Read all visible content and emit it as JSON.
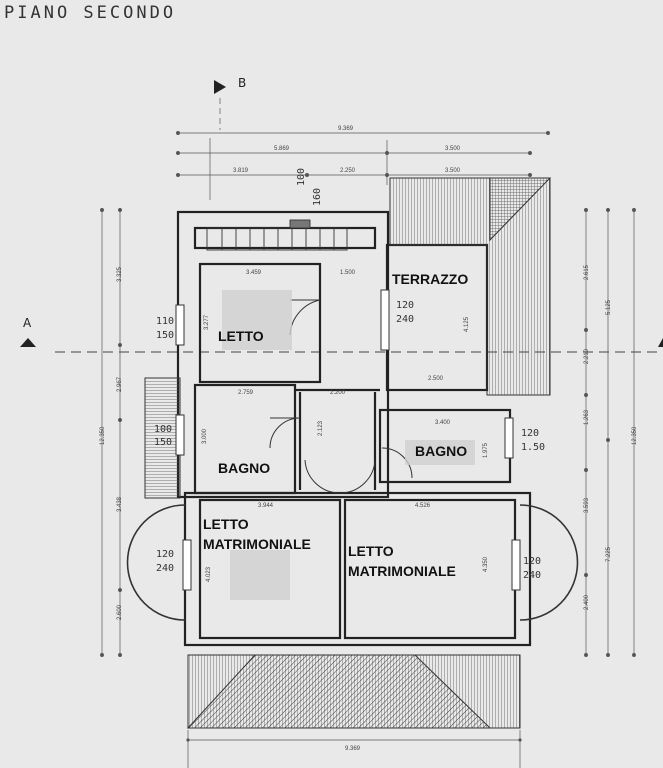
{
  "title": "PIANO SECONDO",
  "section": {
    "a": "A",
    "b": "B"
  },
  "rooms": {
    "letto": "LETTO",
    "terrazzo": "TERRAZZO",
    "bagno_left": "BAGNO",
    "bagno_right": "BAGNO",
    "letto_matr_left_1": "LETTO",
    "letto_matr_left_2": "MATRIMONIALE",
    "letto_matr_right_1": "LETTO",
    "letto_matr_right_2": "MATRIMONIALE"
  },
  "windows": {
    "stair_top": "100",
    "stair_bottom": "160",
    "letto_top": "110",
    "letto_bottom": "150",
    "terrazzo_top": "120",
    "terrazzo_bottom": "240",
    "bagno_left_top": "100",
    "bagno_left_bottom": "150",
    "bagno_right_top": "120",
    "bagno_right_bottom": "1.50",
    "matr_left_top": "120",
    "matr_left_bottom": "240",
    "matr_right_top": "120",
    "matr_right_bottom": "240"
  },
  "dimensions": {
    "total_top": "9.369",
    "row2_left": "5.869",
    "row2_right": "3.500",
    "row3_left": "3.819",
    "row3_mid": "2.250",
    "row3_right": "3.500",
    "letto_width": "3.459",
    "corridor_width": "1.500",
    "terrazzo_width": "2.500",
    "bagno_left_width": "2.759",
    "hall_width": "2.200",
    "bagno_right_width": "3.400",
    "matr_left_width": "3.944",
    "matr_right_width": "4.526",
    "total_bottom": "9.369",
    "left_total": "12.350",
    "left_a": "3.325",
    "left_b": "2.967",
    "left_c": "3.438",
    "left_d": "2.600",
    "right_total": "12.350",
    "right_a": "2.615",
    "right_b": "2.210",
    "right_c": "1.263",
    "right_d": "3.593",
    "right_e": "2.400",
    "right_mid": "5.125",
    "right_low": "7.225",
    "letto_depth": "3.277",
    "terrazzo_depth": "4.125",
    "hall_depth": "2.123",
    "bagno_left_depth": "3.000",
    "bagno_right_depth": "1.975",
    "matr_left_depth": "4.023",
    "matr_right_depth": "4.350"
  }
}
